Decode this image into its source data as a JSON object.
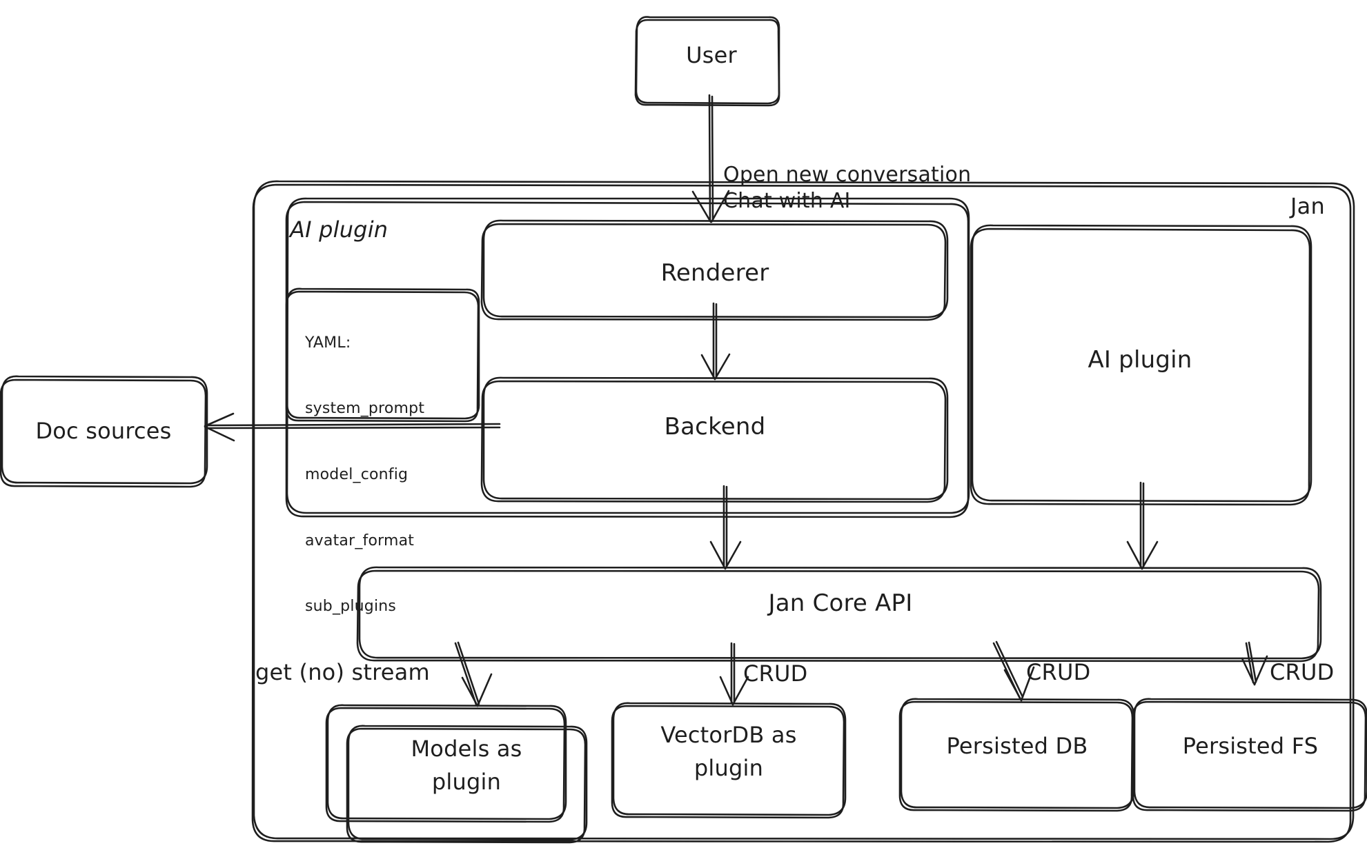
{
  "diagram": {
    "title": "Jan architecture sketch",
    "style": "hand-drawn whiteboard (excalidraw)",
    "stroke_color": "#1e1e1e",
    "background_color": "#ffffff"
  },
  "nodes": {
    "user": {
      "label": "User"
    },
    "jan_container": {
      "label": "Jan"
    },
    "ai_plugin_group": {
      "label": "AI plugin"
    },
    "yaml_note": {
      "lines": [
        "YAML:",
        "system_prompt",
        "model_config",
        "avatar_format",
        "sub_plugins"
      ]
    },
    "renderer": {
      "label": "Renderer"
    },
    "backend": {
      "label": "Backend"
    },
    "ai_plugin_box": {
      "label": "AI plugin"
    },
    "doc_sources": {
      "label": "Doc sources"
    },
    "jan_core_api": {
      "label": "Jan Core API"
    },
    "models_plugin": {
      "label": "Models as\nplugin"
    },
    "vectordb_plugin": {
      "label": "VectorDB as\nplugin"
    },
    "persisted_db": {
      "label": "Persisted DB"
    },
    "persisted_fs": {
      "label": "Persisted FS"
    }
  },
  "edge_labels": {
    "user_to_renderer": "Open new conversation\nChat with AI",
    "api_to_models": "get (no) stream",
    "api_to_vectordb": "CRUD",
    "api_to_persisted_db": "CRUD",
    "api_to_persisted_fs": "CRUD"
  },
  "edges": [
    {
      "from": "user",
      "to": "renderer",
      "label": "Open new conversation / Chat with AI"
    },
    {
      "from": "renderer",
      "to": "backend",
      "label": ""
    },
    {
      "from": "backend",
      "to": "doc_sources",
      "label": ""
    },
    {
      "from": "backend",
      "to": "jan_core_api",
      "label": ""
    },
    {
      "from": "ai_plugin_box",
      "to": "jan_core_api",
      "label": ""
    },
    {
      "from": "jan_core_api",
      "to": "models_plugin",
      "label": "get (no) stream"
    },
    {
      "from": "jan_core_api",
      "to": "vectordb_plugin",
      "label": "CRUD"
    },
    {
      "from": "jan_core_api",
      "to": "persisted_db",
      "label": "CRUD"
    },
    {
      "from": "jan_core_api",
      "to": "persisted_fs",
      "label": "CRUD"
    }
  ]
}
